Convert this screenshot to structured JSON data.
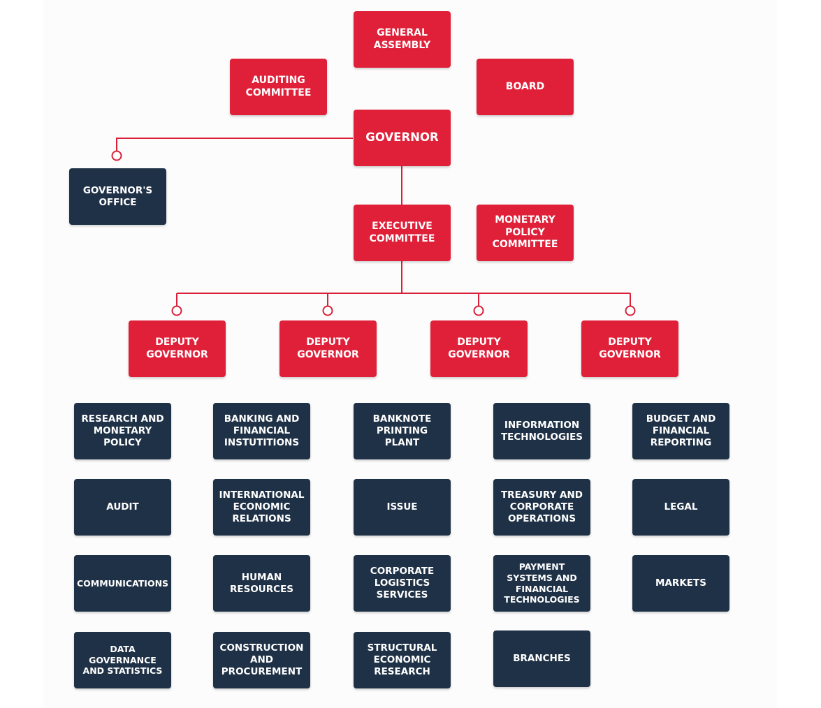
{
  "colors": {
    "leadership": "#e01f38",
    "department": "#1f3146",
    "connector": "#d92038"
  },
  "leadership": {
    "general_assembly": "GENERAL ASSEMBLY",
    "auditing_committee": "AUDITING COMMITTEE",
    "board": "BOARD",
    "governor": "GOVERNOR",
    "governors_office": "GOVERNOR'S OFFICE",
    "executive_committee": "EXECUTIVE COMMITTEE",
    "monetary_policy_committee": "MONETARY POLICY COMMITTEE",
    "deputy_governors": [
      "DEPUTY GOVERNOR",
      "DEPUTY GOVERNOR",
      "DEPUTY GOVERNOR",
      "DEPUTY GOVERNOR"
    ]
  },
  "departments": [
    [
      "RESEARCH AND MONETARY POLICY",
      "AUDIT",
      "COMMUNICATIONS",
      "DATA GOVERNANCE AND STATISTICS"
    ],
    [
      "BANKING AND FINANCIAL INSTUTITIONS",
      "INTERNATIONAL ECONOMIC RELATIONS",
      "HUMAN RESOURCES",
      "CONSTRUCTION AND PROCUREMENT"
    ],
    [
      "BANKNOTE PRINTING PLANT",
      "ISSUE",
      "CORPORATE LOGISTICS SERVICES",
      "STRUCTURAL ECONOMIC RESEARCH"
    ],
    [
      "INFORMATION TECHNOLOGIES",
      "TREASURY AND CORPORATE OPERATIONS",
      "PAYMENT SYSTEMS AND FINANCIAL TECHNOLOGIES",
      "BRANCHES"
    ],
    [
      "BUDGET AND FINANCIAL REPORTING",
      "LEGAL",
      "MARKETS"
    ]
  ]
}
